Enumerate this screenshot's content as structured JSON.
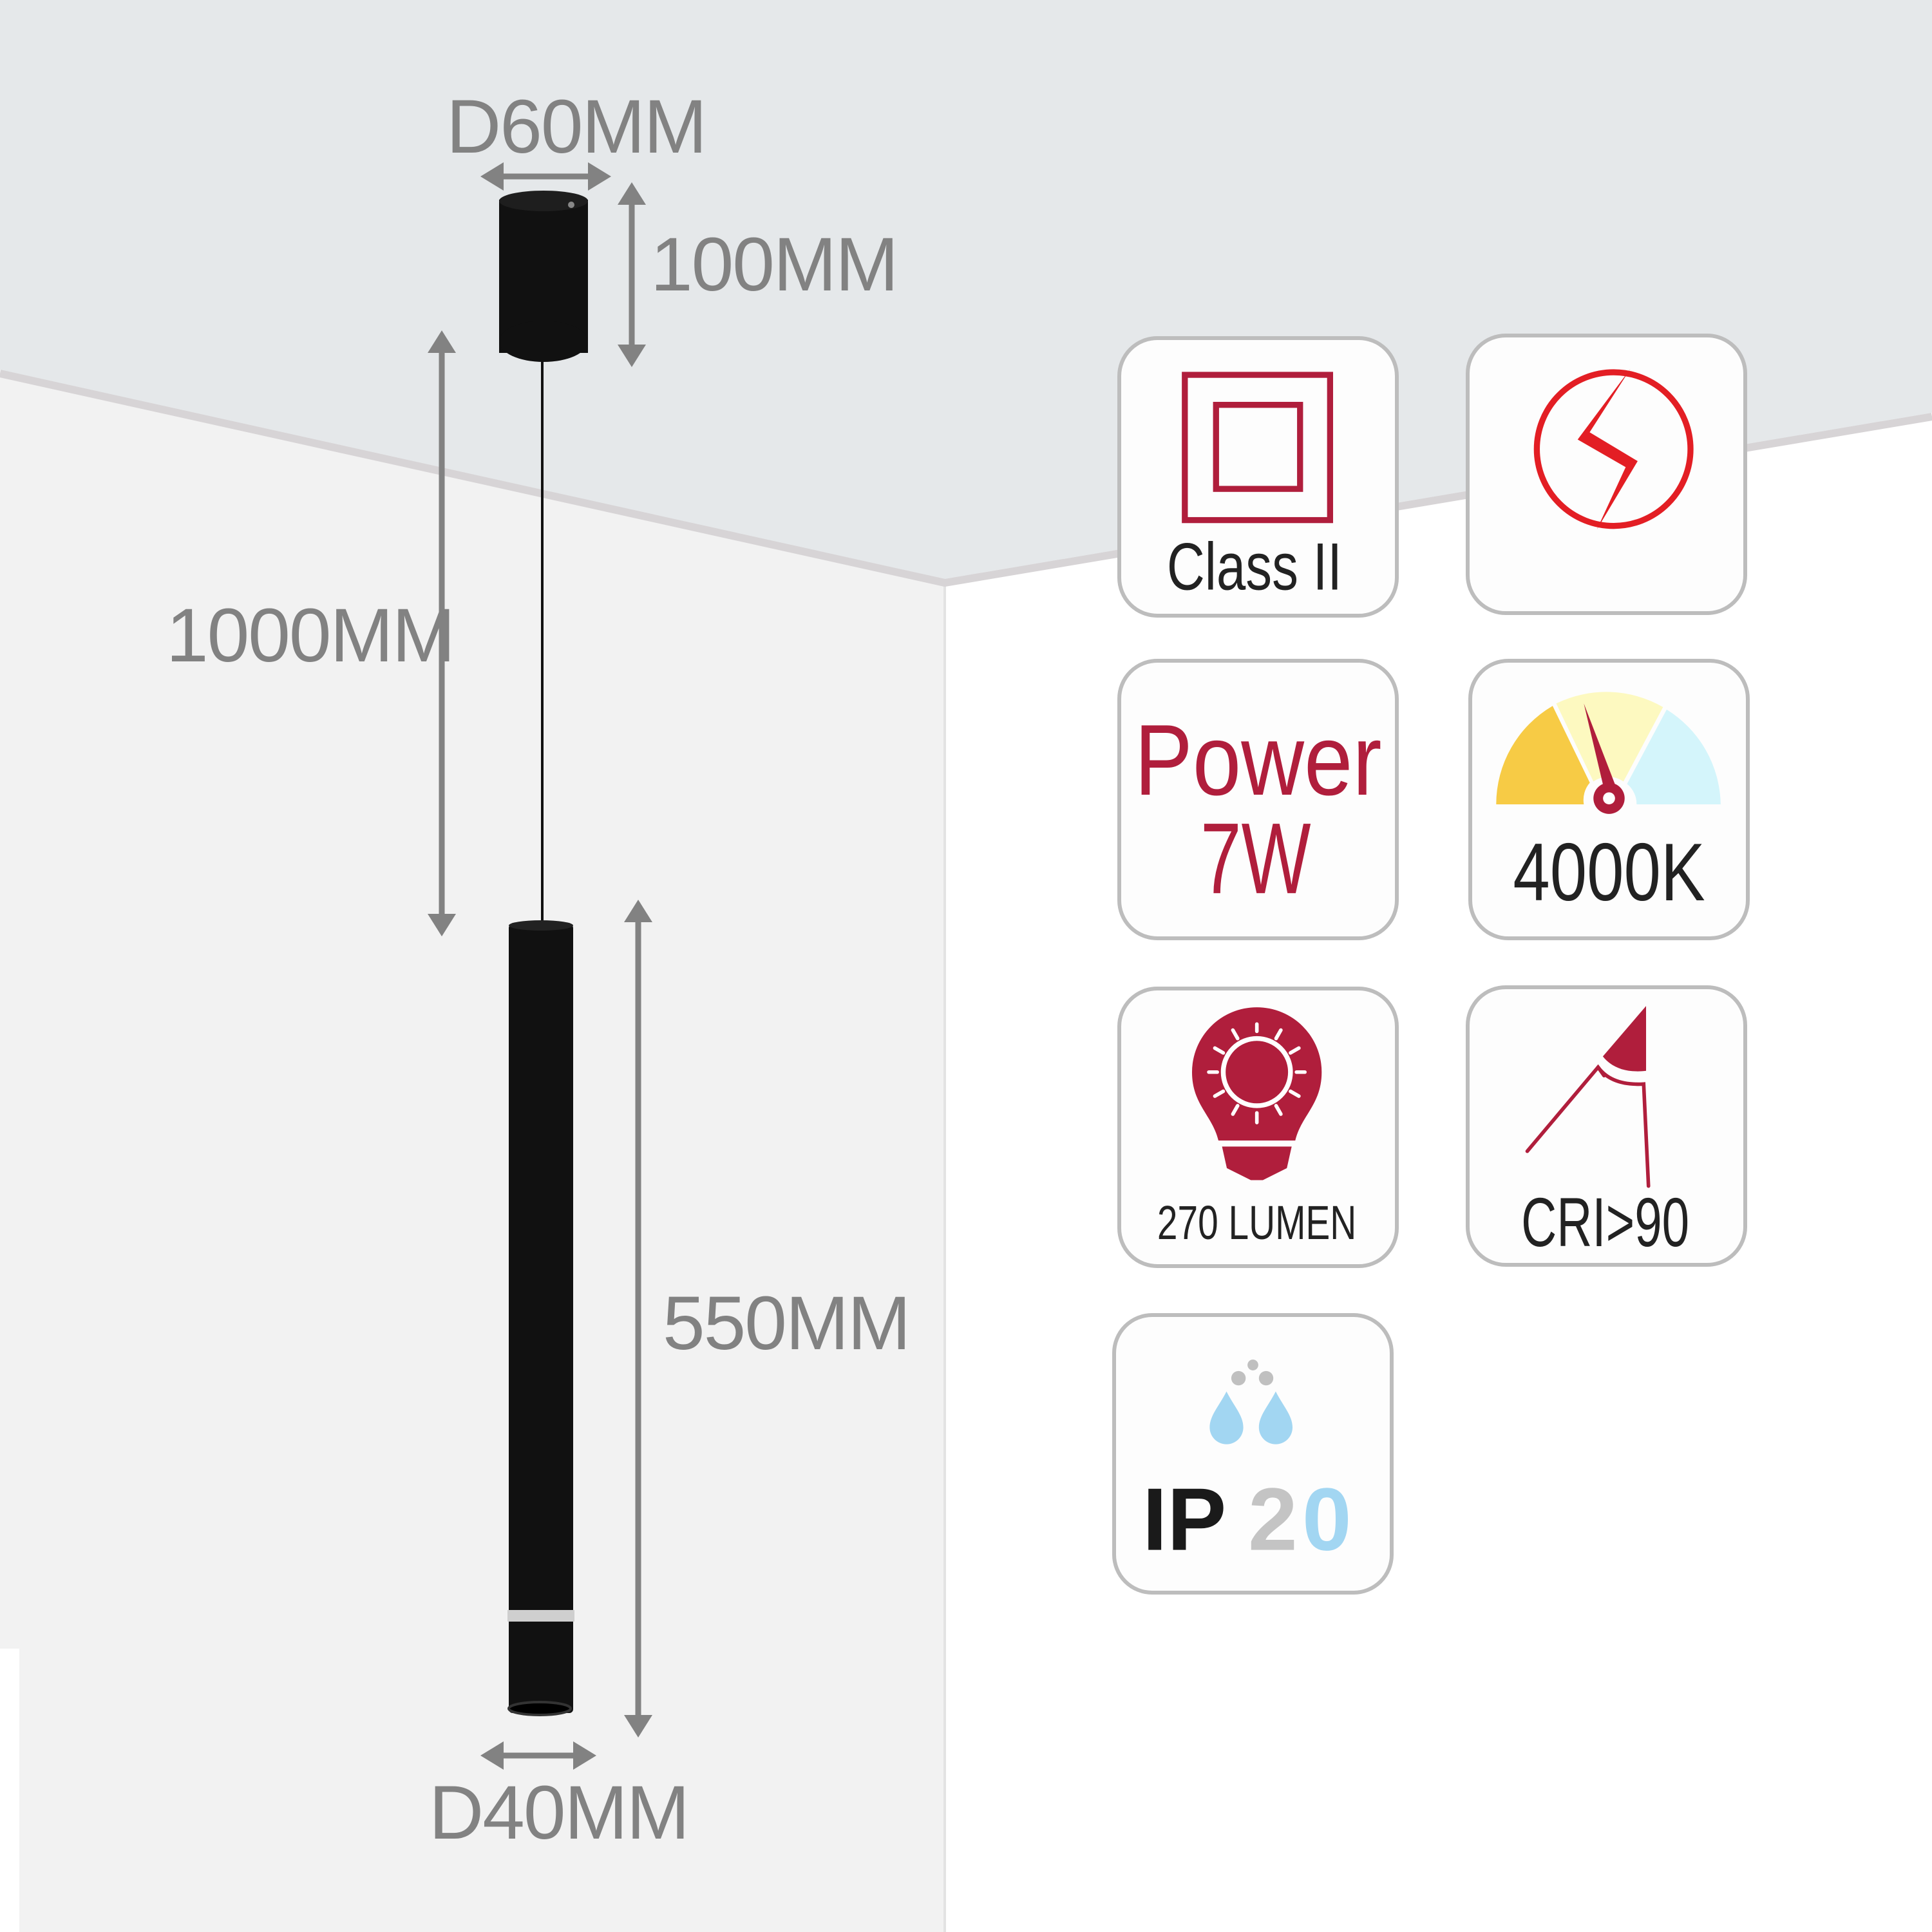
{
  "dimensions": {
    "canopy_diameter": "D60MM",
    "canopy_height": "100MM",
    "cable_length": "1000MM",
    "tube_length": "550MM",
    "tube_diameter": "D40MM"
  },
  "features": {
    "class": {
      "label": "Class II",
      "icon": "double-square-icon"
    },
    "voltage": {
      "icon": "lightning-circle-icon"
    },
    "power": {
      "title": "Power",
      "value": "7W"
    },
    "color_temp": {
      "value": "4000K",
      "icon": "gauge-icon"
    },
    "lumen": {
      "value": "270 LUMEN",
      "icon": "bulb-icon"
    },
    "cri": {
      "value": "CRI>90",
      "icon": "angle-icon"
    },
    "ip": {
      "prefix": "IP",
      "digit1": "2",
      "digit2": "0",
      "icon": "water-drops-icon"
    }
  },
  "colors": {
    "crimson": "#b01e3c",
    "red": "#e31e24",
    "dimension_gray": "#828282",
    "ceiling": "#e5e8ea",
    "wall": "#f2f2f2"
  }
}
